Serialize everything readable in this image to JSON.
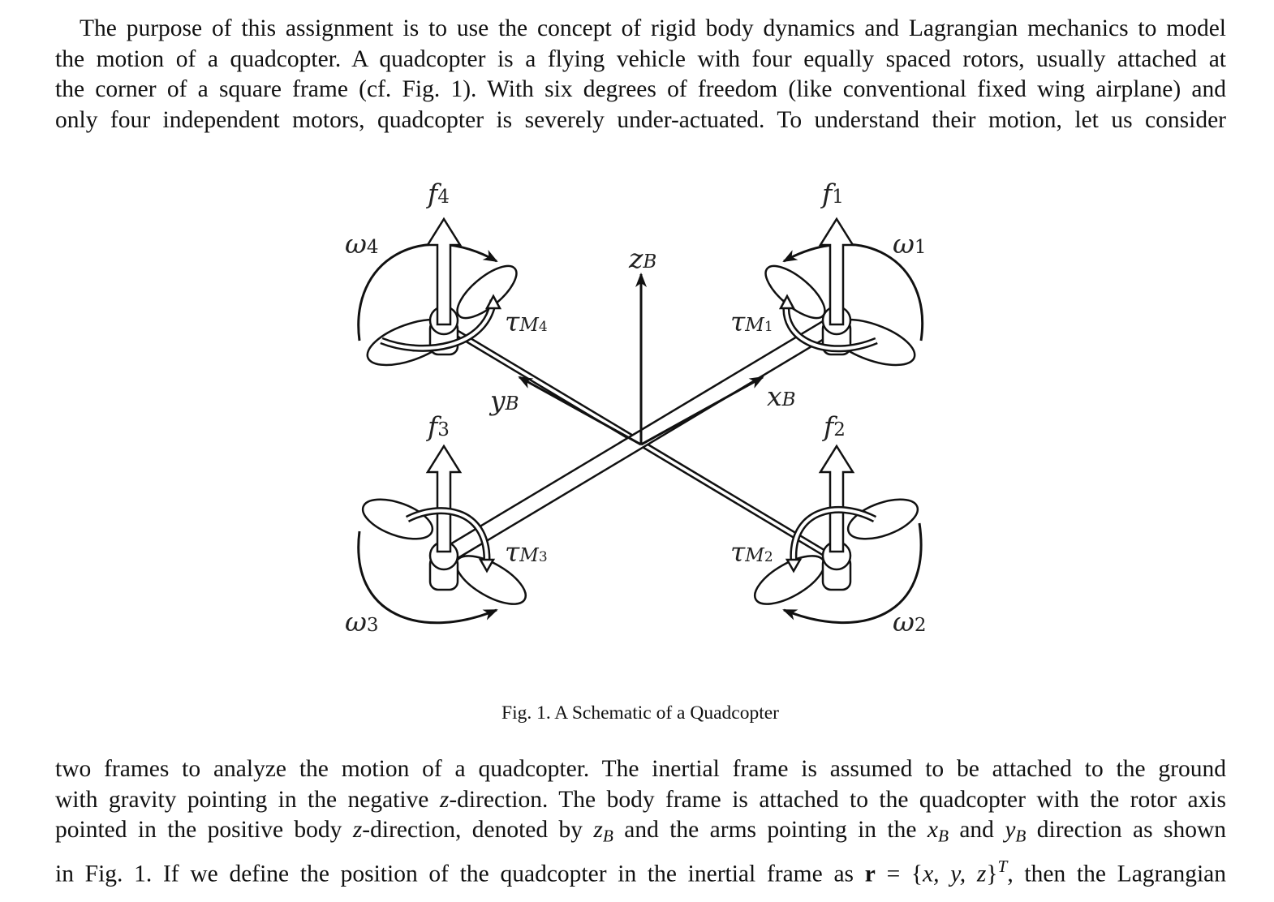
{
  "paragraph_top": [
    "The purpose of this assignment is to use the concept of rigid body dynamics and Lagrangian mechanics to model",
    "the motion of a quadcopter. A quadcopter is a flying vehicle with four equally spaced rotors, usually attached at",
    "the corner of a square frame (cf. Fig. 1). With six degrees of freedom (like conventional fixed wing airplane) and",
    "only four independent motors, quadcopter is severely under-actuated. To understand their motion, let us consider"
  ],
  "figure": {
    "labels": {
      "f1": "f",
      "f1_sub": "1",
      "f2": "f",
      "f2_sub": "2",
      "f3": "f",
      "f3_sub": "3",
      "f4": "f",
      "f4_sub": "4",
      "w1": "ω",
      "w1_sub": "1",
      "w2": "ω",
      "w2_sub": "2",
      "w3": "ω",
      "w3_sub": "3",
      "w4": "ω",
      "w4_sub": "4",
      "tau": "τ",
      "tau_sub_m": "M",
      "t1_sub": "1",
      "t2_sub": "2",
      "t3_sub": "3",
      "t4_sub": "4",
      "zB": "z",
      "xB": "x",
      "yB": "y",
      "B": "B"
    }
  },
  "caption": "Fig. 1.  A Schematic of a Quadcopter",
  "paragraph_bottom": {
    "line1": "two frames to analyze the motion of a quadcopter. The inertial frame is assumed to be attached to the ground",
    "line2_a": "with gravity pointing in the negative ",
    "line2_z": "z",
    "line2_b": "-direction. The body frame is attached to the quadcopter with the rotor axis",
    "line3_a": "pointed in the positive body ",
    "line3_z": "z",
    "line3_b": "-direction, denoted by ",
    "line3_zB": "z",
    "line3_B1": "B",
    "line3_c": " and the arms pointing in the ",
    "line3_xB": "x",
    "line3_B2": "B",
    "line3_d": " and ",
    "line3_yB": "y",
    "line3_B3": "B",
    "line3_e": " direction as shown",
    "line4_a": "in Fig. 1. If we define the position of the quadcopter in the inertial frame as ",
    "line4_r": "r",
    "line4_eq": " = {",
    "line4_vars": "x, y, z",
    "line4_close": "}",
    "line4_T": "T",
    "line4_b": ", then the Lagrangian"
  }
}
